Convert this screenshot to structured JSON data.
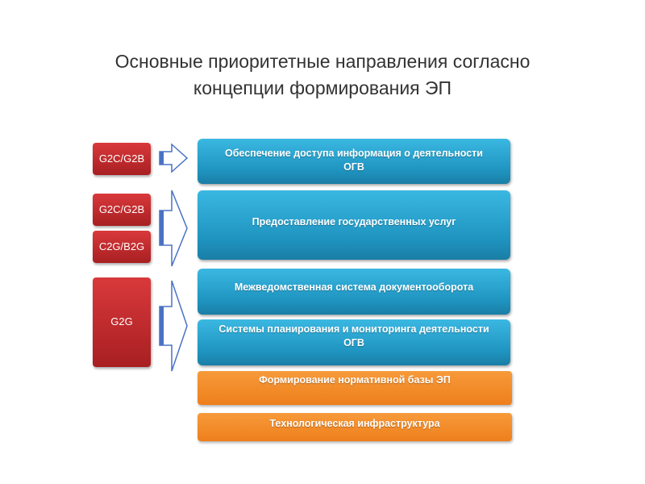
{
  "title": {
    "line1": "Основные приоритетные направления согласно",
    "line2": "концепции формирования ЭП"
  },
  "categories": [
    "G2C/G2B",
    "G2C/G2B",
    "C2G/B2G",
    "G2G"
  ],
  "directions": [
    {
      "line1": "Обеспечение доступа информация о деятельности",
      "line2": "ОГВ"
    },
    {
      "line1": "Предоставление государственных услуг"
    },
    {
      "line1": "Межведомственная система документооборота"
    },
    {
      "line1": "Системы планирования и мониторинга деятельности",
      "line2": "ОГВ"
    },
    {
      "line1": "Формирование нормативной базы ЭП"
    },
    {
      "line1": "Технологическая инфраструктура"
    }
  ],
  "colors": {
    "red": "#c0282b",
    "blue": "#2aa6d4",
    "orange": "#f28a28",
    "arrow": "#4a72c4"
  }
}
